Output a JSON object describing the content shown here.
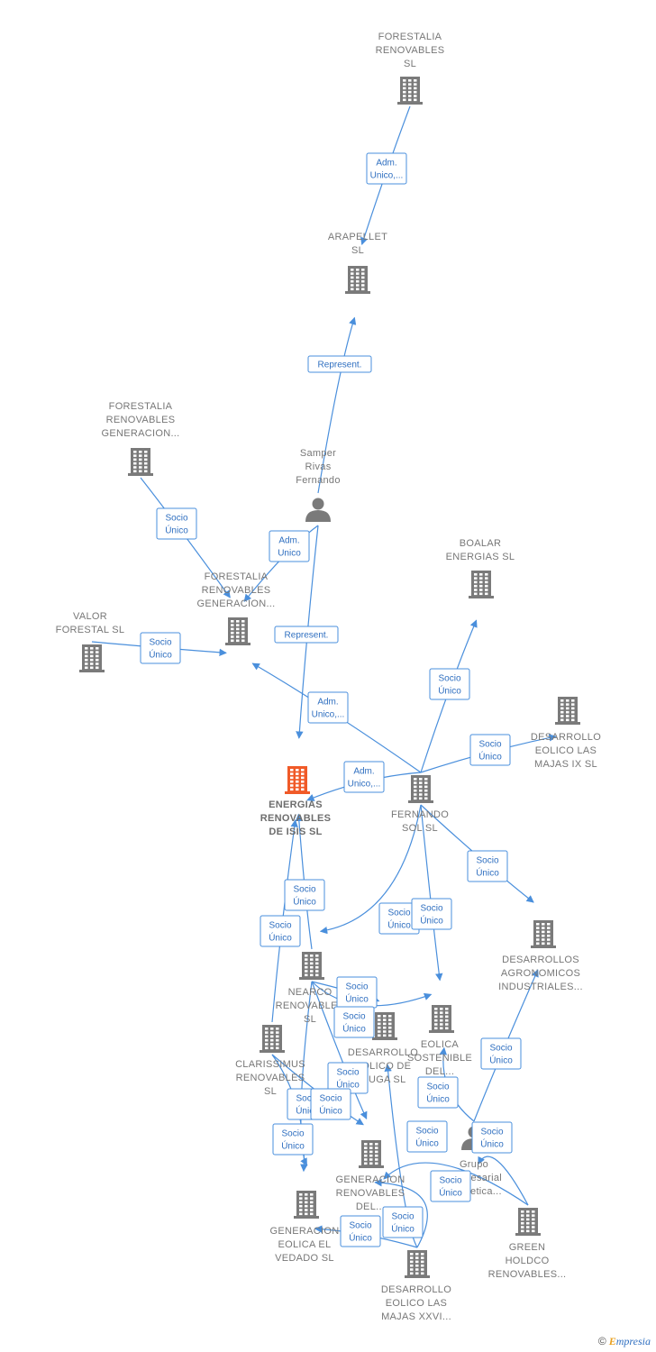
{
  "nodes": [
    {
      "id": "forestalia_sl",
      "type": "company",
      "lines": [
        "FORESTALIA",
        "RENOVABLES",
        "SL"
      ]
    },
    {
      "id": "arapellet",
      "type": "company",
      "lines": [
        "ARAPELLET",
        "SL"
      ]
    },
    {
      "id": "samper",
      "type": "person",
      "lines": [
        "Samper",
        "Rivas",
        "Fernando"
      ]
    },
    {
      "id": "forestalia_gen1",
      "type": "company",
      "lines": [
        "FORESTALIA",
        "RENOVABLES",
        "GENERACION..."
      ]
    },
    {
      "id": "forestalia_gen2",
      "type": "company",
      "lines": [
        "FORESTALIA",
        "RENOVABLES",
        "GENERACION..."
      ]
    },
    {
      "id": "valor",
      "type": "company",
      "lines": [
        "VALOR",
        "FORESTAL SL"
      ]
    },
    {
      "id": "boalar",
      "type": "company",
      "lines": [
        "BOALAR",
        "ENERGIAS  SL"
      ]
    },
    {
      "id": "majas9",
      "type": "company",
      "lines": [
        "DESARROLLO",
        "EOLICO LAS",
        "MAJAS IX  SL"
      ]
    },
    {
      "id": "isis",
      "type": "focus",
      "lines": [
        "ENERGIAS",
        "RENOVABLES",
        "DE ISIS  SL"
      ]
    },
    {
      "id": "fernando",
      "type": "company",
      "lines": [
        "FERNANDO",
        "SOL SL"
      ]
    },
    {
      "id": "agronomicos",
      "type": "company",
      "lines": [
        "DESARROLLOS",
        "AGRONOMICOS",
        "INDUSTRIALES..."
      ]
    },
    {
      "id": "nearco",
      "type": "company",
      "lines": [
        "NEARCO",
        "RENOVABLES",
        "SL"
      ]
    },
    {
      "id": "muga",
      "type": "company",
      "lines": [
        "DESARROLLO",
        "EOLICO DE",
        "MUGA SL"
      ]
    },
    {
      "id": "eolica_sost",
      "type": "company",
      "lines": [
        "EOLICA",
        "SOSTENIBLE",
        "DEL..."
      ]
    },
    {
      "id": "clarissimus",
      "type": "company",
      "lines": [
        "CLARISSIMUS",
        "RENOVABLES",
        "SL"
      ]
    },
    {
      "id": "grupo",
      "type": "person",
      "lines": [
        "Grupo",
        "Empresarial",
        "Enhuetica..."
      ]
    },
    {
      "id": "generacion_renov",
      "type": "company",
      "lines": [
        "GENERACION",
        "RENOVABLES",
        "DEL..."
      ]
    },
    {
      "id": "vedado",
      "type": "company",
      "lines": [
        "GENERACION",
        "EOLICA EL",
        "VEDADO SL"
      ]
    },
    {
      "id": "green",
      "type": "company",
      "lines": [
        "GREEN",
        "HOLDCO",
        "RENOVABLES..."
      ]
    },
    {
      "id": "majas26",
      "type": "company",
      "lines": [
        "DESARROLLO",
        "EOLICO LAS",
        "MAJAS XXVI..."
      ]
    }
  ],
  "edges": [
    {
      "from": "forestalia_sl",
      "to": "arapellet",
      "label": [
        "Adm.",
        "Unico,..."
      ]
    },
    {
      "from": "samper",
      "to": "arapellet",
      "label": [
        "Represent."
      ]
    },
    {
      "from": "forestalia_gen1",
      "to": "forestalia_gen2",
      "label": [
        "Socio",
        "Único"
      ]
    },
    {
      "from": "samper",
      "to": "forestalia_gen2",
      "label": [
        "Adm.",
        "Unico"
      ]
    },
    {
      "from": "valor",
      "to": "forestalia_gen2",
      "label": [
        "Socio",
        "Único"
      ]
    },
    {
      "from": "samper",
      "to": "isis",
      "label": [
        "Represent."
      ]
    },
    {
      "from": "fernando",
      "to": "forestalia_gen2",
      "label": [
        "Adm.",
        "Unico,..."
      ]
    },
    {
      "from": "fernando",
      "to": "isis",
      "label": [
        "Adm.",
        "Unico,..."
      ]
    },
    {
      "from": "fernando",
      "to": "boalar",
      "label": [
        "Socio",
        "Único"
      ]
    },
    {
      "from": "fernando",
      "to": "majas9",
      "label": [
        "Socio",
        "Único"
      ]
    },
    {
      "from": "fernando",
      "to": "agronomicos",
      "label": [
        "Socio",
        "Único"
      ]
    },
    {
      "from": "fernando",
      "to": "nearco",
      "label": [
        "Socio",
        "Único"
      ]
    },
    {
      "from": "fernando",
      "to": "eolica_sost",
      "label": [
        "Socio",
        "Único"
      ]
    },
    {
      "from": "nearco",
      "to": "isis",
      "label": [
        "Socio",
        "Único"
      ]
    },
    {
      "from": "clarissimus",
      "to": "isis",
      "label": [
        "Socio",
        "Único"
      ]
    },
    {
      "from": "nearco",
      "to": "muga",
      "label": [
        "Socio",
        "Único"
      ]
    },
    {
      "from": "nearco",
      "to": "eolica_sost",
      "label": [
        "Socio",
        "Único"
      ]
    },
    {
      "from": "nearco",
      "to": "generacion_renov",
      "label": [
        "Socio",
        "Único"
      ]
    },
    {
      "from": "clarissimus",
      "to": "vedado",
      "label": [
        "Socio",
        "Único"
      ]
    },
    {
      "from": "clarissimus",
      "to": "generacion_renov",
      "label": [
        "Socio",
        "Único"
      ]
    },
    {
      "from": "grupo",
      "to": "agronomicos",
      "label": [
        "Socio",
        "Único"
      ]
    },
    {
      "from": "grupo",
      "to": "eolica_sost",
      "label": [
        "Socio",
        "Único"
      ]
    },
    {
      "from": "green",
      "to": "generacion_renov",
      "label": [
        "Socio",
        "Único"
      ]
    },
    {
      "from": "green",
      "to": "grupo",
      "label": [
        "Socio",
        "Único"
      ]
    },
    {
      "from": "majas26",
      "to": "muga",
      "label": [
        "Socio",
        "Único"
      ]
    },
    {
      "from": "majas26",
      "to": "generacion_renov",
      "label": [
        "Socio",
        "Único"
      ]
    },
    {
      "from": "nearco",
      "to": "vedado",
      "label": [
        "Socio",
        "Único"
      ]
    },
    {
      "from": "majas26",
      "to": "vedado",
      "label": [
        "Socio",
        "Único"
      ]
    }
  ],
  "brand": {
    "copyright": "©",
    "name": "mpresia",
    "initial": "E"
  },
  "colors": {
    "edge": "#4a8fdc",
    "company": "#7a7a7a",
    "focus": "#f05a28",
    "label": "#777777"
  }
}
